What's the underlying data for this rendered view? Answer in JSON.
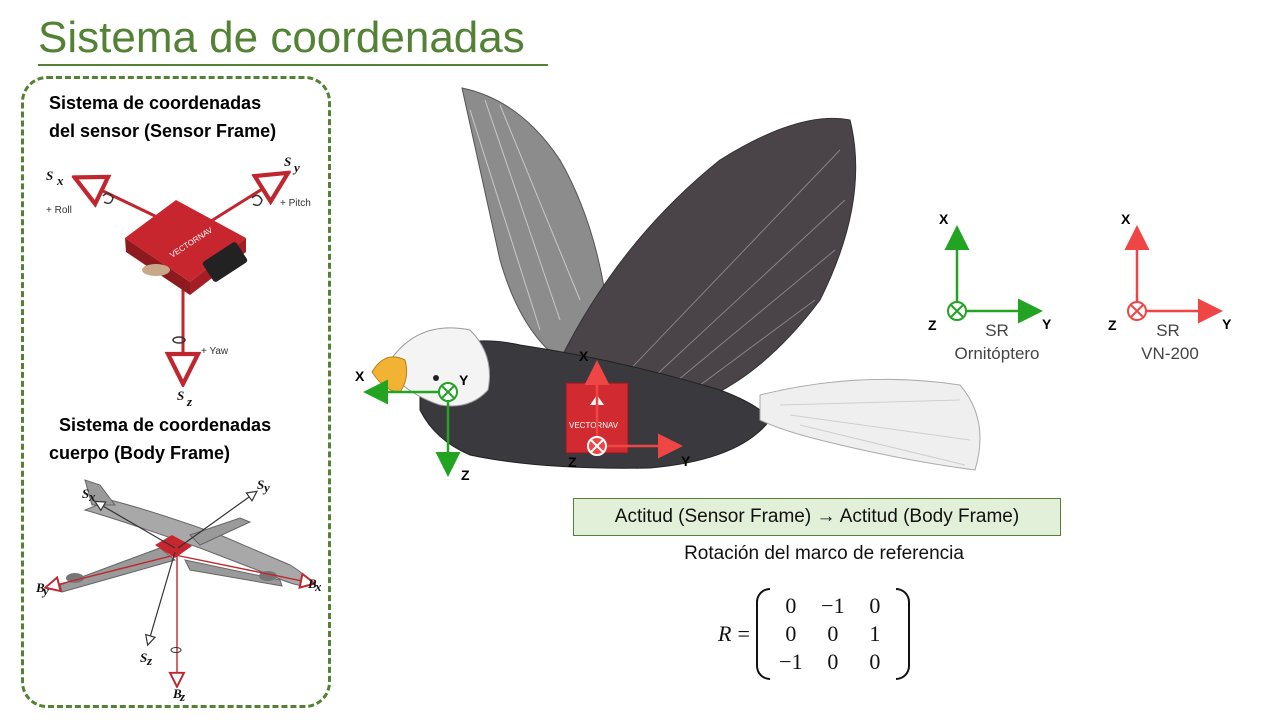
{
  "slide": {
    "title": "Sistema de coordenadas"
  },
  "left_panel": {
    "sensor_heading_line1": "Sistema de coordenadas",
    "sensor_heading_line2": "del sensor (Sensor Frame)",
    "body_heading_line1": "Sistema de coordenadas",
    "body_heading_line2": "cuerpo (Body Frame)",
    "sensor_labels": {
      "sx": "S",
      "sx_sub": "x",
      "sy": "S",
      "sy_sub": "y",
      "sz": "S",
      "sz_sub": "z",
      "roll": "+ Roll",
      "pitch": "+ Pitch",
      "yaw": "+ Yaw"
    },
    "body_labels": {
      "sx": "S",
      "sx_sub": "x",
      "sy": "S",
      "sy_sub": "y",
      "sz": "S",
      "sz_sub": "z",
      "bx": "B",
      "bx_sub": "x",
      "by": "B",
      "by_sub": "y",
      "bz": "B",
      "bz_sub": "z"
    }
  },
  "bird_diagram": {
    "bird_axes": {
      "x": "X",
      "y": "Y",
      "z": "Z"
    },
    "sensor_axes": {
      "x": "X",
      "y": "Y",
      "z": "Z"
    },
    "sensor_brand": "VECTORNAV"
  },
  "frames": [
    {
      "label_line1": "SR",
      "label_line2": "Ornitóptero",
      "x": "X",
      "y": "Y",
      "z": "Z",
      "color": "#22a422"
    },
    {
      "label_line1": "SR",
      "label_line2": "VN-200",
      "x": "X",
      "y": "Y",
      "z": "Z",
      "color": "#f04545"
    }
  ],
  "actitud": {
    "text": "Actitud (Sensor Frame) → Actitud (Body Frame)"
  },
  "rotation_caption": "Rotación del marco de referencia",
  "matrix": {
    "lhs": "R",
    "eq": "=",
    "rows": [
      [
        "0",
        "−1",
        "0"
      ],
      [
        "0",
        "0",
        "1"
      ],
      [
        "−1",
        "0",
        "0"
      ]
    ]
  }
}
